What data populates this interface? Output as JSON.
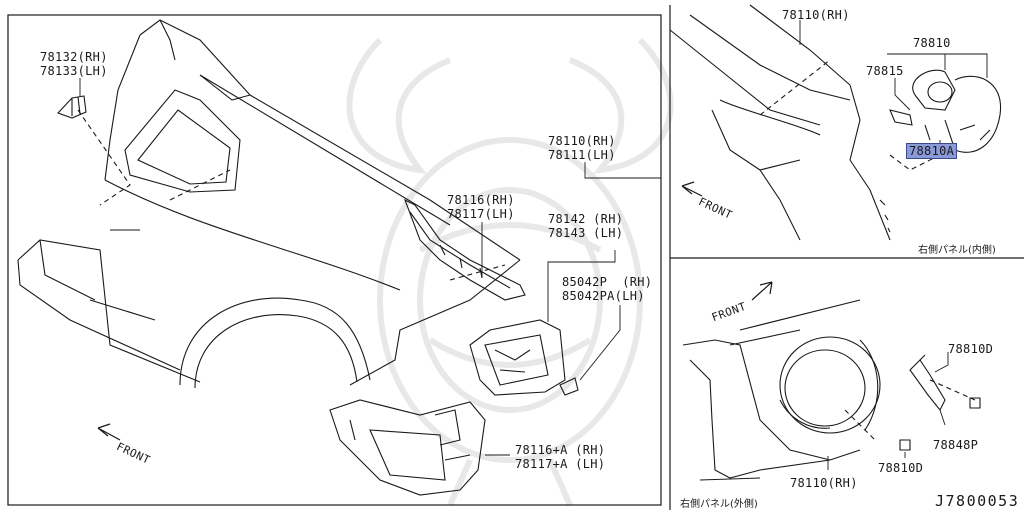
{
  "colors": {
    "line": "#1a1a1a",
    "highlight": "#8a9ad8",
    "watermark": "#e6e6e6"
  },
  "main_panel": {
    "labels": {
      "p78132": "78132(RH)",
      "p78133": "78133(LH)",
      "p78110": "78110(RH)",
      "p78111": "78111(LH)",
      "p78116": "78116(RH)",
      "p78117": "78117(LH)",
      "p78142": "78142 (RH)",
      "p78143": "78143 (LH)",
      "p85042p": "85042P  (RH)",
      "p85042pa": "85042PA(LH)",
      "p78116a": "78116+A (RH)",
      "p78117a": "78117+A (LH)"
    },
    "front_label": "FRONT",
    "front_icon": "front-arrow-icon"
  },
  "inner_panel": {
    "labels": {
      "p78110": "78110(RH)",
      "p78810": "78810",
      "p78815": "78815",
      "p78810a": "78810A"
    },
    "front_label": "FRONT",
    "caption": "右側パネル(内側)"
  },
  "outer_panel": {
    "labels": {
      "p78810d_top": "78810D",
      "p78848p": "78848P",
      "p78810d_bottom": "78810D",
      "p78110": "78110(RH)"
    },
    "front_label": "FRONT",
    "caption": "右側パネル(外側)"
  },
  "document_number": "J7800053"
}
